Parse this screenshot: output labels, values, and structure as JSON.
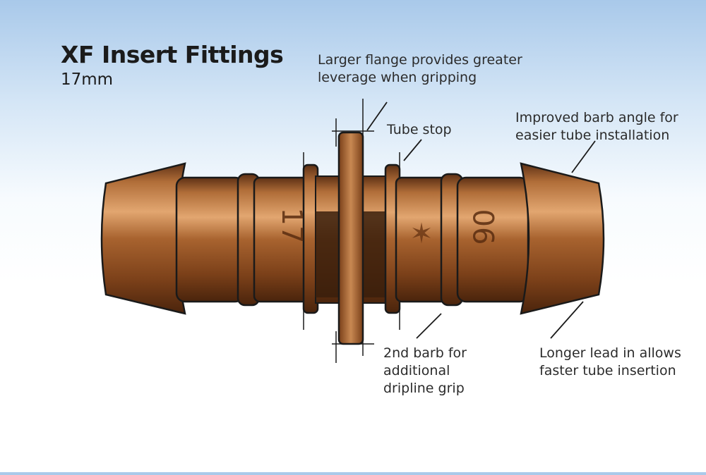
{
  "title": "XF Insert Fittings",
  "subtitle": "17mm",
  "callouts": {
    "flange": "Larger flange provides greater\nleverage when gripping",
    "tube_stop": "Tube stop",
    "barb_angle": "Improved barb angle for\neasier tube installation",
    "second_barb": "2nd barb for\nadditional\ndripline grip",
    "lead_in": "Longer lead in allows\nfaster tube insertion"
  },
  "markings": {
    "left_size": "17",
    "right_code": "90"
  },
  "colors": {
    "body": "#9c5b2c",
    "highlight": "#d79a62",
    "shadow": "#5a2f12",
    "outline": "#1a1a1a"
  }
}
